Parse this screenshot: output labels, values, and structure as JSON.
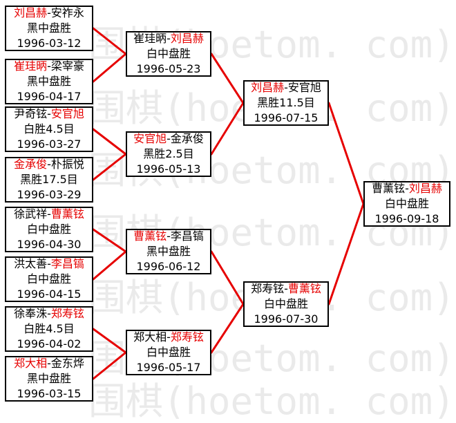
{
  "watermark": {
    "text": "围棋(hoetom. com)",
    "color": "#eaeaea"
  },
  "colors": {
    "line_red": "#e60000",
    "winner_red": "#e60000",
    "text_black": "#000000",
    "box_border": "#000000",
    "background": "#ffffff"
  },
  "ui": {
    "dash": "-"
  },
  "bracket": {
    "rounds": [
      {
        "name": "round-1",
        "matches": [
          {
            "left": "刘昌赫",
            "right": "安祚永",
            "red": "left",
            "result": "黑中盘胜",
            "date": "1996-03-12"
          },
          {
            "left": "崔珪昞",
            "right": "梁宰豪",
            "red": "left",
            "result": "黑中盘胜",
            "date": "1996-04-17"
          },
          {
            "left": "尹奇铉",
            "right": "安官旭",
            "red": "right",
            "result": "白胜4.5目",
            "date": "1996-03-27"
          },
          {
            "left": "金承俊",
            "right": "朴振悦",
            "red": "left",
            "result": "黑胜17.5目",
            "date": "1996-03-29"
          },
          {
            "left": "徐武祥",
            "right": "曹薰铉",
            "red": "right",
            "result": "白中盘胜",
            "date": "1996-04-30"
          },
          {
            "left": "洪太善",
            "right": "李昌镐",
            "red": "right",
            "result": "白中盘胜",
            "date": "1996-04-15"
          },
          {
            "left": "徐奉洙",
            "right": "郑寿铉",
            "red": "right",
            "result": "白胜4.5目",
            "date": "1996-04-02"
          },
          {
            "left": "郑大相",
            "right": "金东烨",
            "red": "left",
            "result": "黑中盘胜",
            "date": "1996-03-15"
          }
        ]
      },
      {
        "name": "round-2",
        "matches": [
          {
            "left": "崔珪昞",
            "right": "刘昌赫",
            "red": "right",
            "result": "白中盘胜",
            "date": "1996-05-23"
          },
          {
            "left": "安官旭",
            "right": "金承俊",
            "red": "left",
            "result": "黑胜2.5目",
            "date": "1996-05-13"
          },
          {
            "left": "曹薰铉",
            "right": "李昌镐",
            "red": "left",
            "result": "黑中盘胜",
            "date": "1996-06-12"
          },
          {
            "left": "郑大相",
            "right": "郑寿铉",
            "red": "right",
            "result": "白中盘胜",
            "date": "1996-05-17"
          }
        ]
      },
      {
        "name": "semifinals",
        "matches": [
          {
            "left": "刘昌赫",
            "right": "安官旭",
            "red": "left",
            "result": "黑胜11.5目",
            "date": "1996-07-15"
          },
          {
            "left": "郑寿铉",
            "right": "曹薰铉",
            "red": "right",
            "result": "白中盘胜",
            "date": "1996-07-30"
          }
        ]
      },
      {
        "name": "final",
        "matches": [
          {
            "left": "曹薰铉",
            "right": "刘昌赫",
            "red": "right",
            "result": "白中盘胜",
            "date": "1996-09-18"
          }
        ]
      }
    ]
  }
}
